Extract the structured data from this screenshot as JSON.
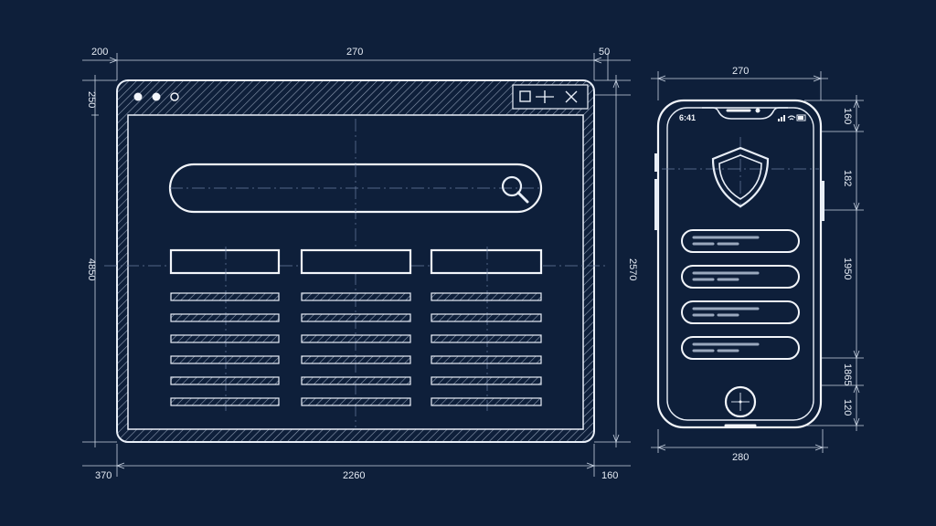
{
  "colors": {
    "background": "#0e1f3a",
    "ink": "#e8eef7",
    "dimension": "#c9d3e2",
    "centerline": "#6b7fa0"
  },
  "desktop_window": {
    "title_controls": [
      "dot-icon",
      "dot-icon",
      "circle-icon"
    ],
    "window_buttons": [
      "maximize-icon",
      "minimize-icon",
      "close-icon"
    ],
    "search_icon": "search-icon",
    "table": {
      "columns": 3,
      "header_rows": 1,
      "data_rows": 6
    },
    "dimensions": {
      "top_left": "200",
      "top_width": "270",
      "top_right": "50",
      "left_header": "250",
      "left_height": "4850",
      "right_height": "2570",
      "bottom_left": "370",
      "bottom_width": "2260",
      "bottom_right": "160"
    }
  },
  "mobile_device": {
    "status_time": "6:41",
    "status_icons": [
      "signal-icon",
      "wifi-icon",
      "battery-icon"
    ],
    "hero_icon": "shield-icon",
    "list_items": 4,
    "home_icon": "crosshair-icon",
    "dimensions": {
      "top_width": "270",
      "bottom_width": "280",
      "status_height": "160",
      "hero_height": "182",
      "list_height": "1950",
      "lower_height": "1865",
      "home_height": "120"
    }
  }
}
